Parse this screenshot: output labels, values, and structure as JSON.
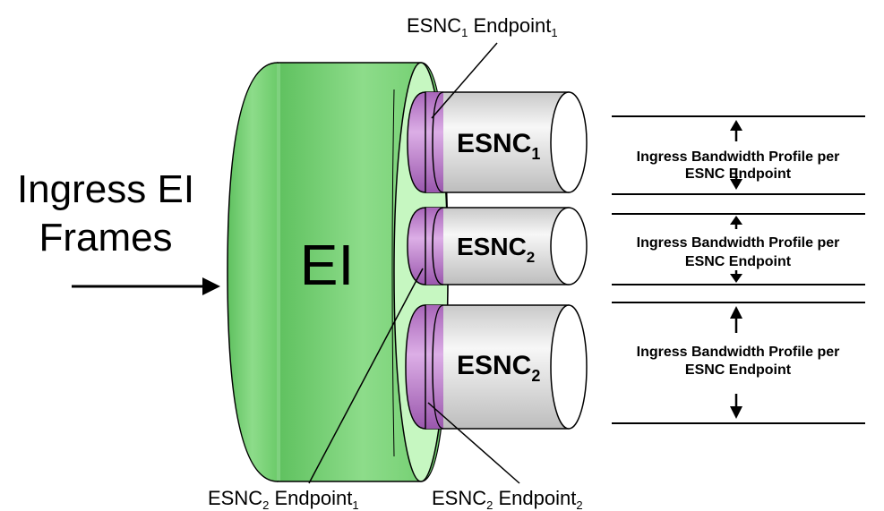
{
  "input": {
    "label_line1": "Ingress EI",
    "label_line2": "Frames"
  },
  "interface": {
    "label": "EI"
  },
  "esncs": [
    {
      "main": "ESNC",
      "sub": "1"
    },
    {
      "main": "ESNC",
      "sub": "2"
    },
    {
      "main": "ESNC",
      "sub": "2"
    }
  ],
  "endpoint_callouts": {
    "top": {
      "main1": "ESNC",
      "sub1": "1",
      "main2": " Endpoint",
      "sub2": "1"
    },
    "bottom_left": {
      "main1": "ESNC",
      "sub1": "2",
      "main2": " Endpoint",
      "sub2": "1"
    },
    "bottom_right": {
      "main1": "ESNC",
      "sub1": "2",
      "main2": " Endpoint",
      "sub2": "2"
    }
  },
  "profiles": [
    {
      "line1": "Ingress Bandwidth Profile per",
      "line2": "ESNC Endpoint"
    },
    {
      "line1": "Ingress Bandwidth Profile per",
      "line2": "ESNC Endpoint"
    },
    {
      "line1": "Ingress Bandwidth Profile per",
      "line2": "ESNC Endpoint"
    }
  ],
  "colors": {
    "ei_green": "#7fd17f",
    "ei_rim": "#c6f7c1",
    "endpoint_purple": "#c78fd6",
    "esnc_gray": "#d9d9d9"
  }
}
